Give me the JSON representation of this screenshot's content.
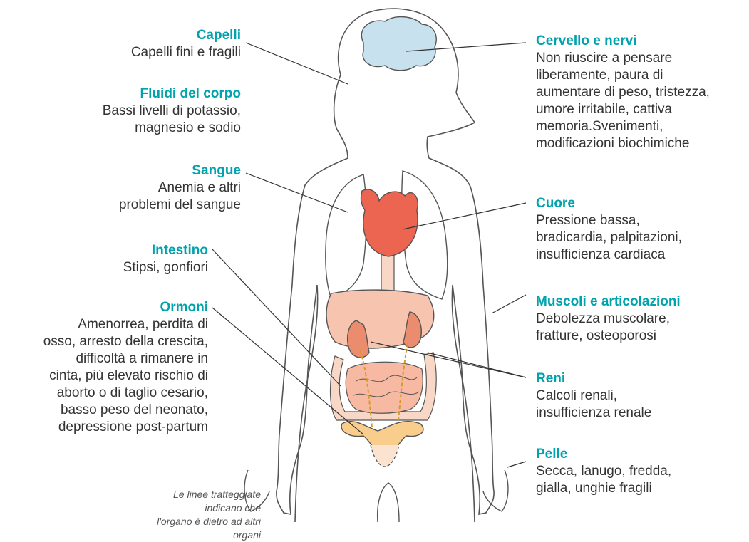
{
  "colors": {
    "accent": "#00a3ad",
    "outline": "#555555",
    "heart": "#ec6550",
    "kidney": "#eb8c6f",
    "liver": "#f7c4b0",
    "brain": "#c7e1ee",
    "intestine": "#f7b9a2",
    "uterus": "#f9cd8b"
  },
  "labels": {
    "capelli": {
      "title": "Capelli",
      "desc": "Capelli fini e fragili"
    },
    "fluidi": {
      "title": "Fluidi del corpo",
      "desc": "Bassi livelli di potassio,\nmagnesio e sodio"
    },
    "sangue": {
      "title": "Sangue",
      "desc": "Anemia e altri\nproblemi del sangue"
    },
    "intestino": {
      "title": "Intestino",
      "desc": "Stipsi, gonfiori"
    },
    "ormoni": {
      "title": "Ormoni",
      "desc": "Amenorrea, perdita di\nosso, arresto della crescita,\ndifficoltà a rimanere in\ncinta, più elevato rischio di\naborto o di taglio cesario,\nbasso peso del neonato,\ndepressione post-partum"
    },
    "cervello": {
      "title": "Cervello e nervi",
      "desc": "Non riuscire a pensare\nliberamente, paura di\naumentare di peso, tristezza,\numore irritabile, cattiva\nmemoria.Svenimenti,\nmodificazioni biochimiche"
    },
    "cuore": {
      "title": "Cuore",
      "desc": "Pressione bassa,\nbradicardia, palpitazioni,\ninsufficienza cardiaca"
    },
    "muscoli": {
      "title": "Muscoli e articolazioni",
      "desc": "Debolezza muscolare,\nfratture, osteoporosi"
    },
    "reni": {
      "title": "Reni",
      "desc": "Calcoli renali,\ninsufficienza renale"
    },
    "pelle": {
      "title": "Pelle",
      "desc": "Secca, lanugo, fredda,\ngialla, unghie fragili"
    }
  },
  "note": "Le linee tratteggiate indicano che\nl'organo è dietro ad altri organi"
}
